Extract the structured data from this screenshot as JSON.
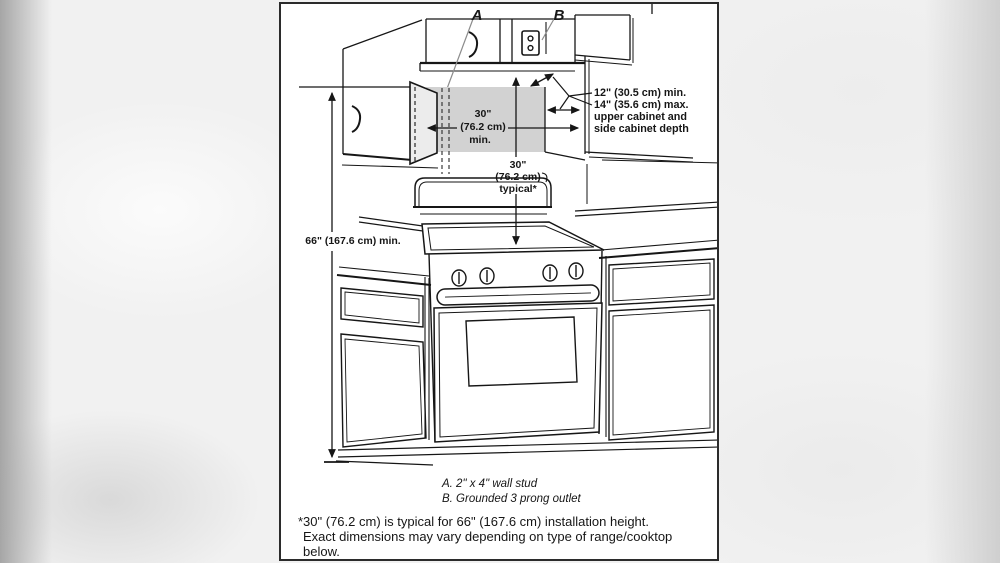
{
  "diagram": {
    "callouts": {
      "a": "A",
      "b": "B"
    },
    "dims": {
      "width_min": [
        "30\"",
        "(76.2 cm)",
        "min."
      ],
      "height_typical": [
        "30\"",
        "(76.2 cm)",
        "typical*"
      ],
      "install_height": "66\" (167.6 cm) min.",
      "cabinet_depth": [
        "12\" (30.5 cm) min.",
        "14\" (35.6 cm) max.",
        "upper cabinet and",
        "side cabinet depth"
      ]
    },
    "legend": [
      "A. 2\" x 4\" wall stud",
      "B. Grounded 3 prong outlet"
    ],
    "footnote": [
      "*30\" (76.2 cm) is typical for 66\" (167.6 cm) installation height.",
      "Exact dimensions may vary depending on type of range/cooktop",
      "below."
    ],
    "colors": {
      "line": "#161616",
      "recess_fill": "#d2d2d2",
      "cabinet_face_fill": "#ececec",
      "panel_border": "#2b2b2b"
    }
  }
}
